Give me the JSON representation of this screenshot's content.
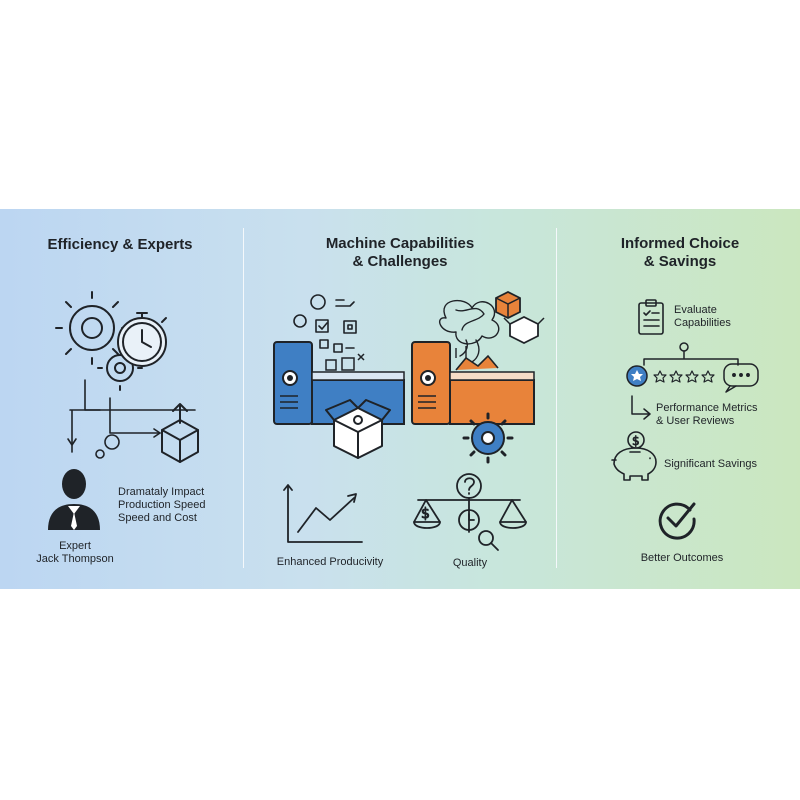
{
  "columns": [
    {
      "title": "Efficiency & Experts",
      "expert_quote": [
        "Dramataly Impact",
        "Production Speed",
        "Speed and Cost"
      ],
      "expert_label": [
        "Expert",
        "Jack Thompson"
      ]
    },
    {
      "title": [
        "Machine Capabilities",
        "& Challenges"
      ],
      "left_caption": "Enhanced Producivity",
      "right_caption": "Quality"
    },
    {
      "title": [
        "Informed Choice",
        "& Savings"
      ],
      "steps": [
        [
          "Evaluate",
          "Capabilities"
        ],
        [
          "Performance Metrics",
          "& User Reviews"
        ],
        [
          "Significant Savings"
        ],
        [
          "Better Outcomes"
        ]
      ]
    }
  ],
  "colors": {
    "band_left": "#bcd6f2",
    "band_right": "#cbe7bf",
    "machine_blue": "#3f7fc4",
    "machine_orange": "#e8833a",
    "icon_stroke": "#1f2328"
  },
  "icons": [
    "gear-icon",
    "stopwatch-icon",
    "box-icon",
    "person-icon",
    "machine-icon",
    "growth-chart-icon",
    "scale-icon",
    "clipboard-icon",
    "rating-stars-icon",
    "chat-icon",
    "piggy-bank-icon",
    "checkmark-icon"
  ]
}
